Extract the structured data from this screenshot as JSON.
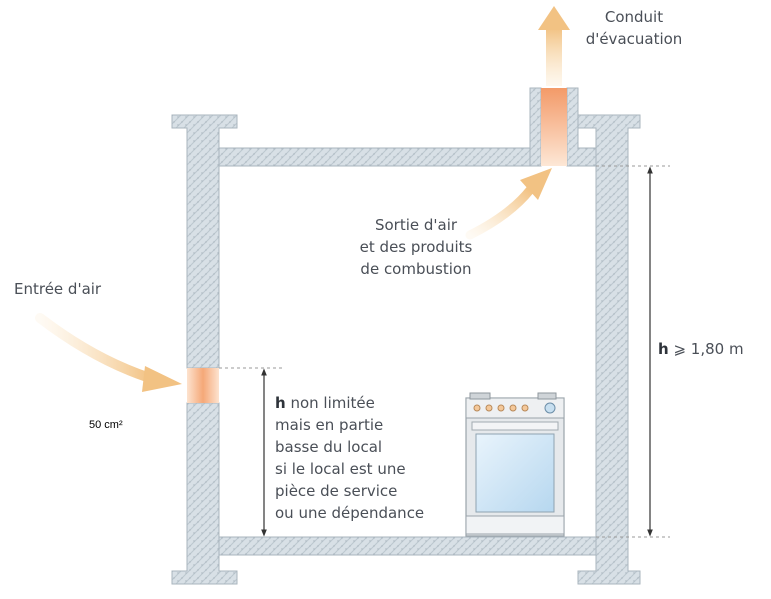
{
  "labels": {
    "conduit_line1": "Conduit",
    "conduit_line2": "d'évacuation",
    "sortie_line1": "Sortie d'air",
    "sortie_line2": "et des produits",
    "sortie_line3": "de combustion",
    "entree": "Entrée d'air",
    "area": "50 cm²",
    "h_high_symbol": "h",
    "h_high_value": "⩾ 1,80 m",
    "h_low_symbol": "h",
    "h_low_line1": "non limitée",
    "h_low_line2": "mais en partie",
    "h_low_line3": "basse du local",
    "h_low_line4": "si le local est une",
    "h_low_line5": "pièce de service",
    "h_low_line6": "ou une dépendance"
  },
  "colors": {
    "wall_fill": "#d8e0e6",
    "wall_edge": "#a9b5be",
    "arrow": "#f2c88a",
    "vent": "#f4a87a",
    "dim_line": "#333333",
    "dash": "#999999"
  }
}
